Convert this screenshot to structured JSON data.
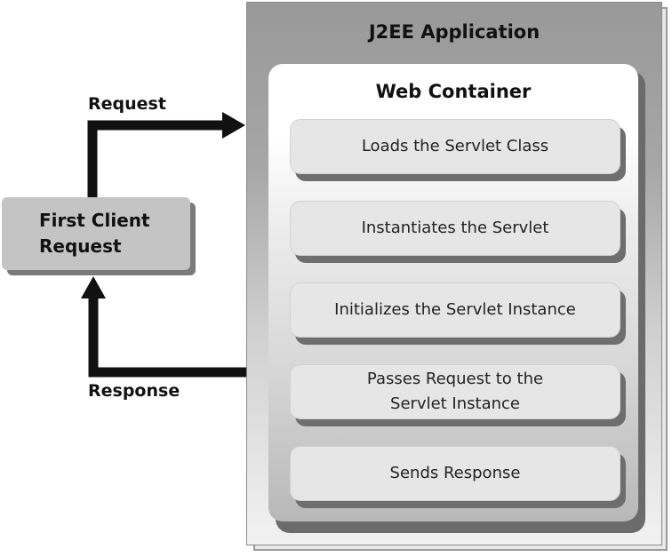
{
  "diagram": {
    "application": {
      "title": "J2EE Application"
    },
    "container": {
      "title": "Web Container"
    },
    "steps": [
      {
        "label": "Loads the Servlet Class"
      },
      {
        "label": "Instantiates the Servlet"
      },
      {
        "label": "Initializes the Servlet Instance"
      },
      {
        "label": "Passes Request to the\nServlet Instance"
      },
      {
        "label": "Sends Response"
      }
    ],
    "client": {
      "title_line1": "First Client",
      "title_line2": "Request"
    },
    "arrows": {
      "request_label": "Request",
      "response_label": "Response"
    },
    "colors": {
      "arrow": "#111111",
      "step_fill": "#e6e6e6",
      "client_fill": "#c4c4c4",
      "application_fill": "#999999"
    }
  }
}
